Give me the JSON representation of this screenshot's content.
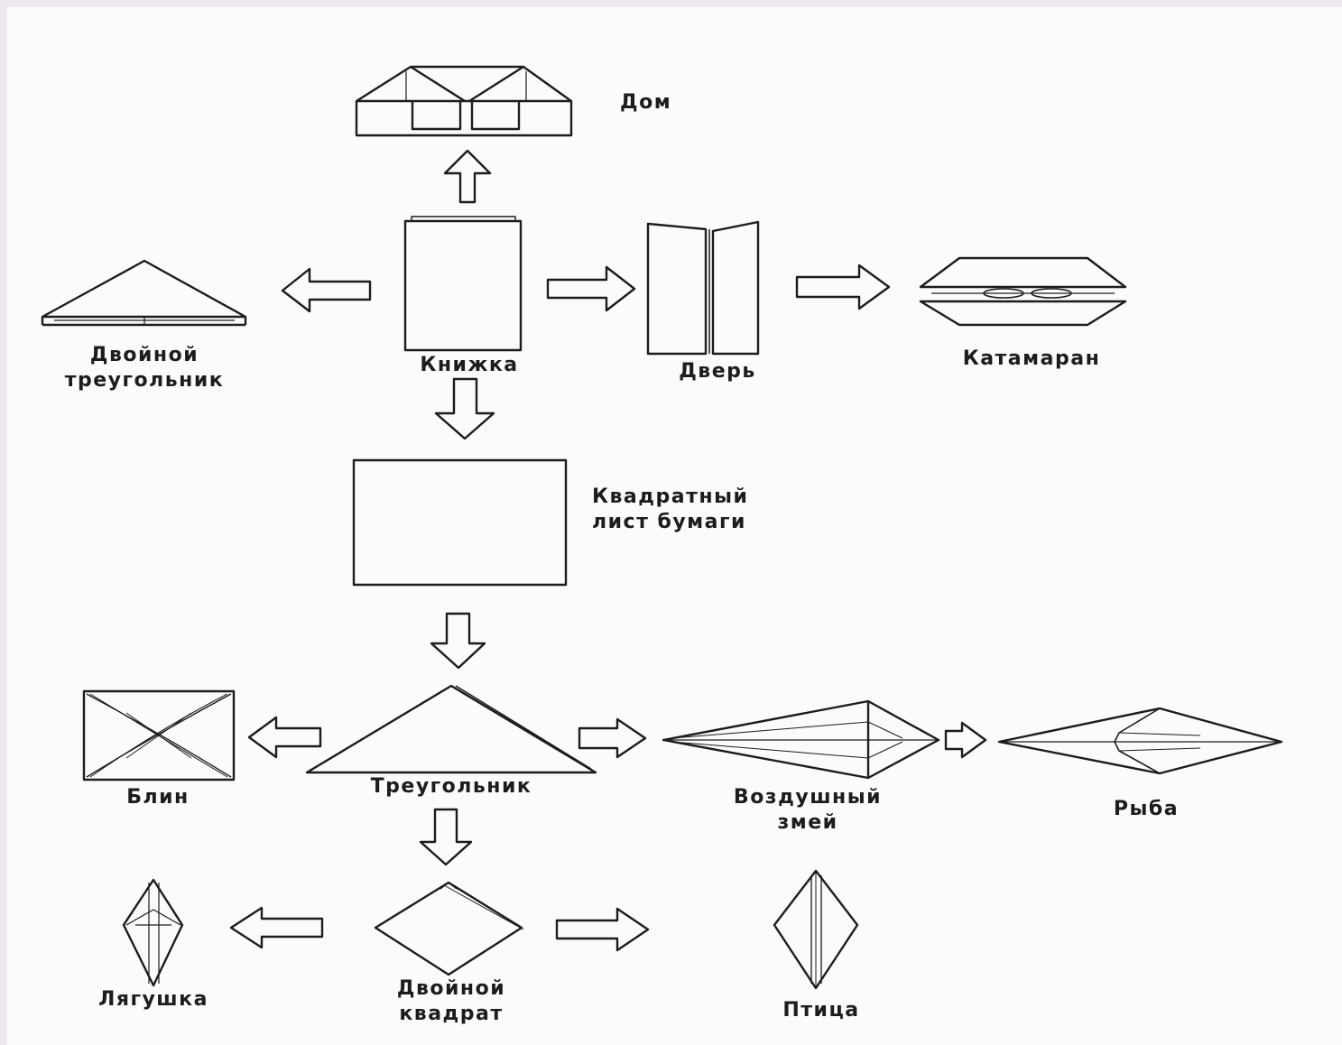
{
  "labels": {
    "dom": "Дом",
    "dvoinoi_treugolnik": [
      "Двойной",
      "треугольник"
    ],
    "knizhka": "Книжка",
    "dver": "Дверь",
    "katamaran": "Катамаран",
    "kvadratny_list": [
      "Квадратный",
      "лист бумаги"
    ],
    "blin": "Блин",
    "treugolnik": "Треугольник",
    "vozdushny_zmei": [
      "Воздушный",
      "змей"
    ],
    "ryba": "Рыба",
    "lyagushka": "Лягушка",
    "dvoinoi_kvadrat": [
      "Двойной",
      "квадрат"
    ],
    "ptitsa": "Птица"
  },
  "colors": {
    "ink": "#1c1c1c",
    "paper": "#fbfbfb",
    "border": "#ece8ee"
  }
}
